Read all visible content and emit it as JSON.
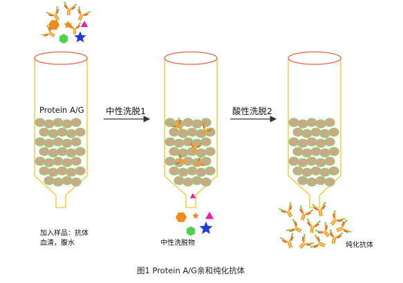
{
  "labels": {
    "column1_label": "Protein A/G",
    "step1_label": "中性洗脱1",
    "step2_label": "酸性洗脱2",
    "sample_line1": "加入样品：抗体",
    "sample_line2": "血清，腹水",
    "neutral_eluate_label": "中性洗脱物",
    "purified_antibody_label": "纯化抗体",
    "caption": "图1 Protein A/G亲和纯化抗体"
  },
  "colors": {
    "column_outline": "#f2d24a",
    "column_rim": "#e8604a",
    "bead_fill": "#c9a98a",
    "bead_outline": "#86d46a",
    "antibody_heavy": "#f0a020",
    "antibody_light": "#e8482a",
    "antibody_tip": "#6ccd3a",
    "impurity_orange": "#f08a18",
    "impurity_blue": "#2638d8",
    "impurity_magenta": "#ee1fa0",
    "impurity_green": "#4fd24a",
    "arrow": "#333333"
  }
}
